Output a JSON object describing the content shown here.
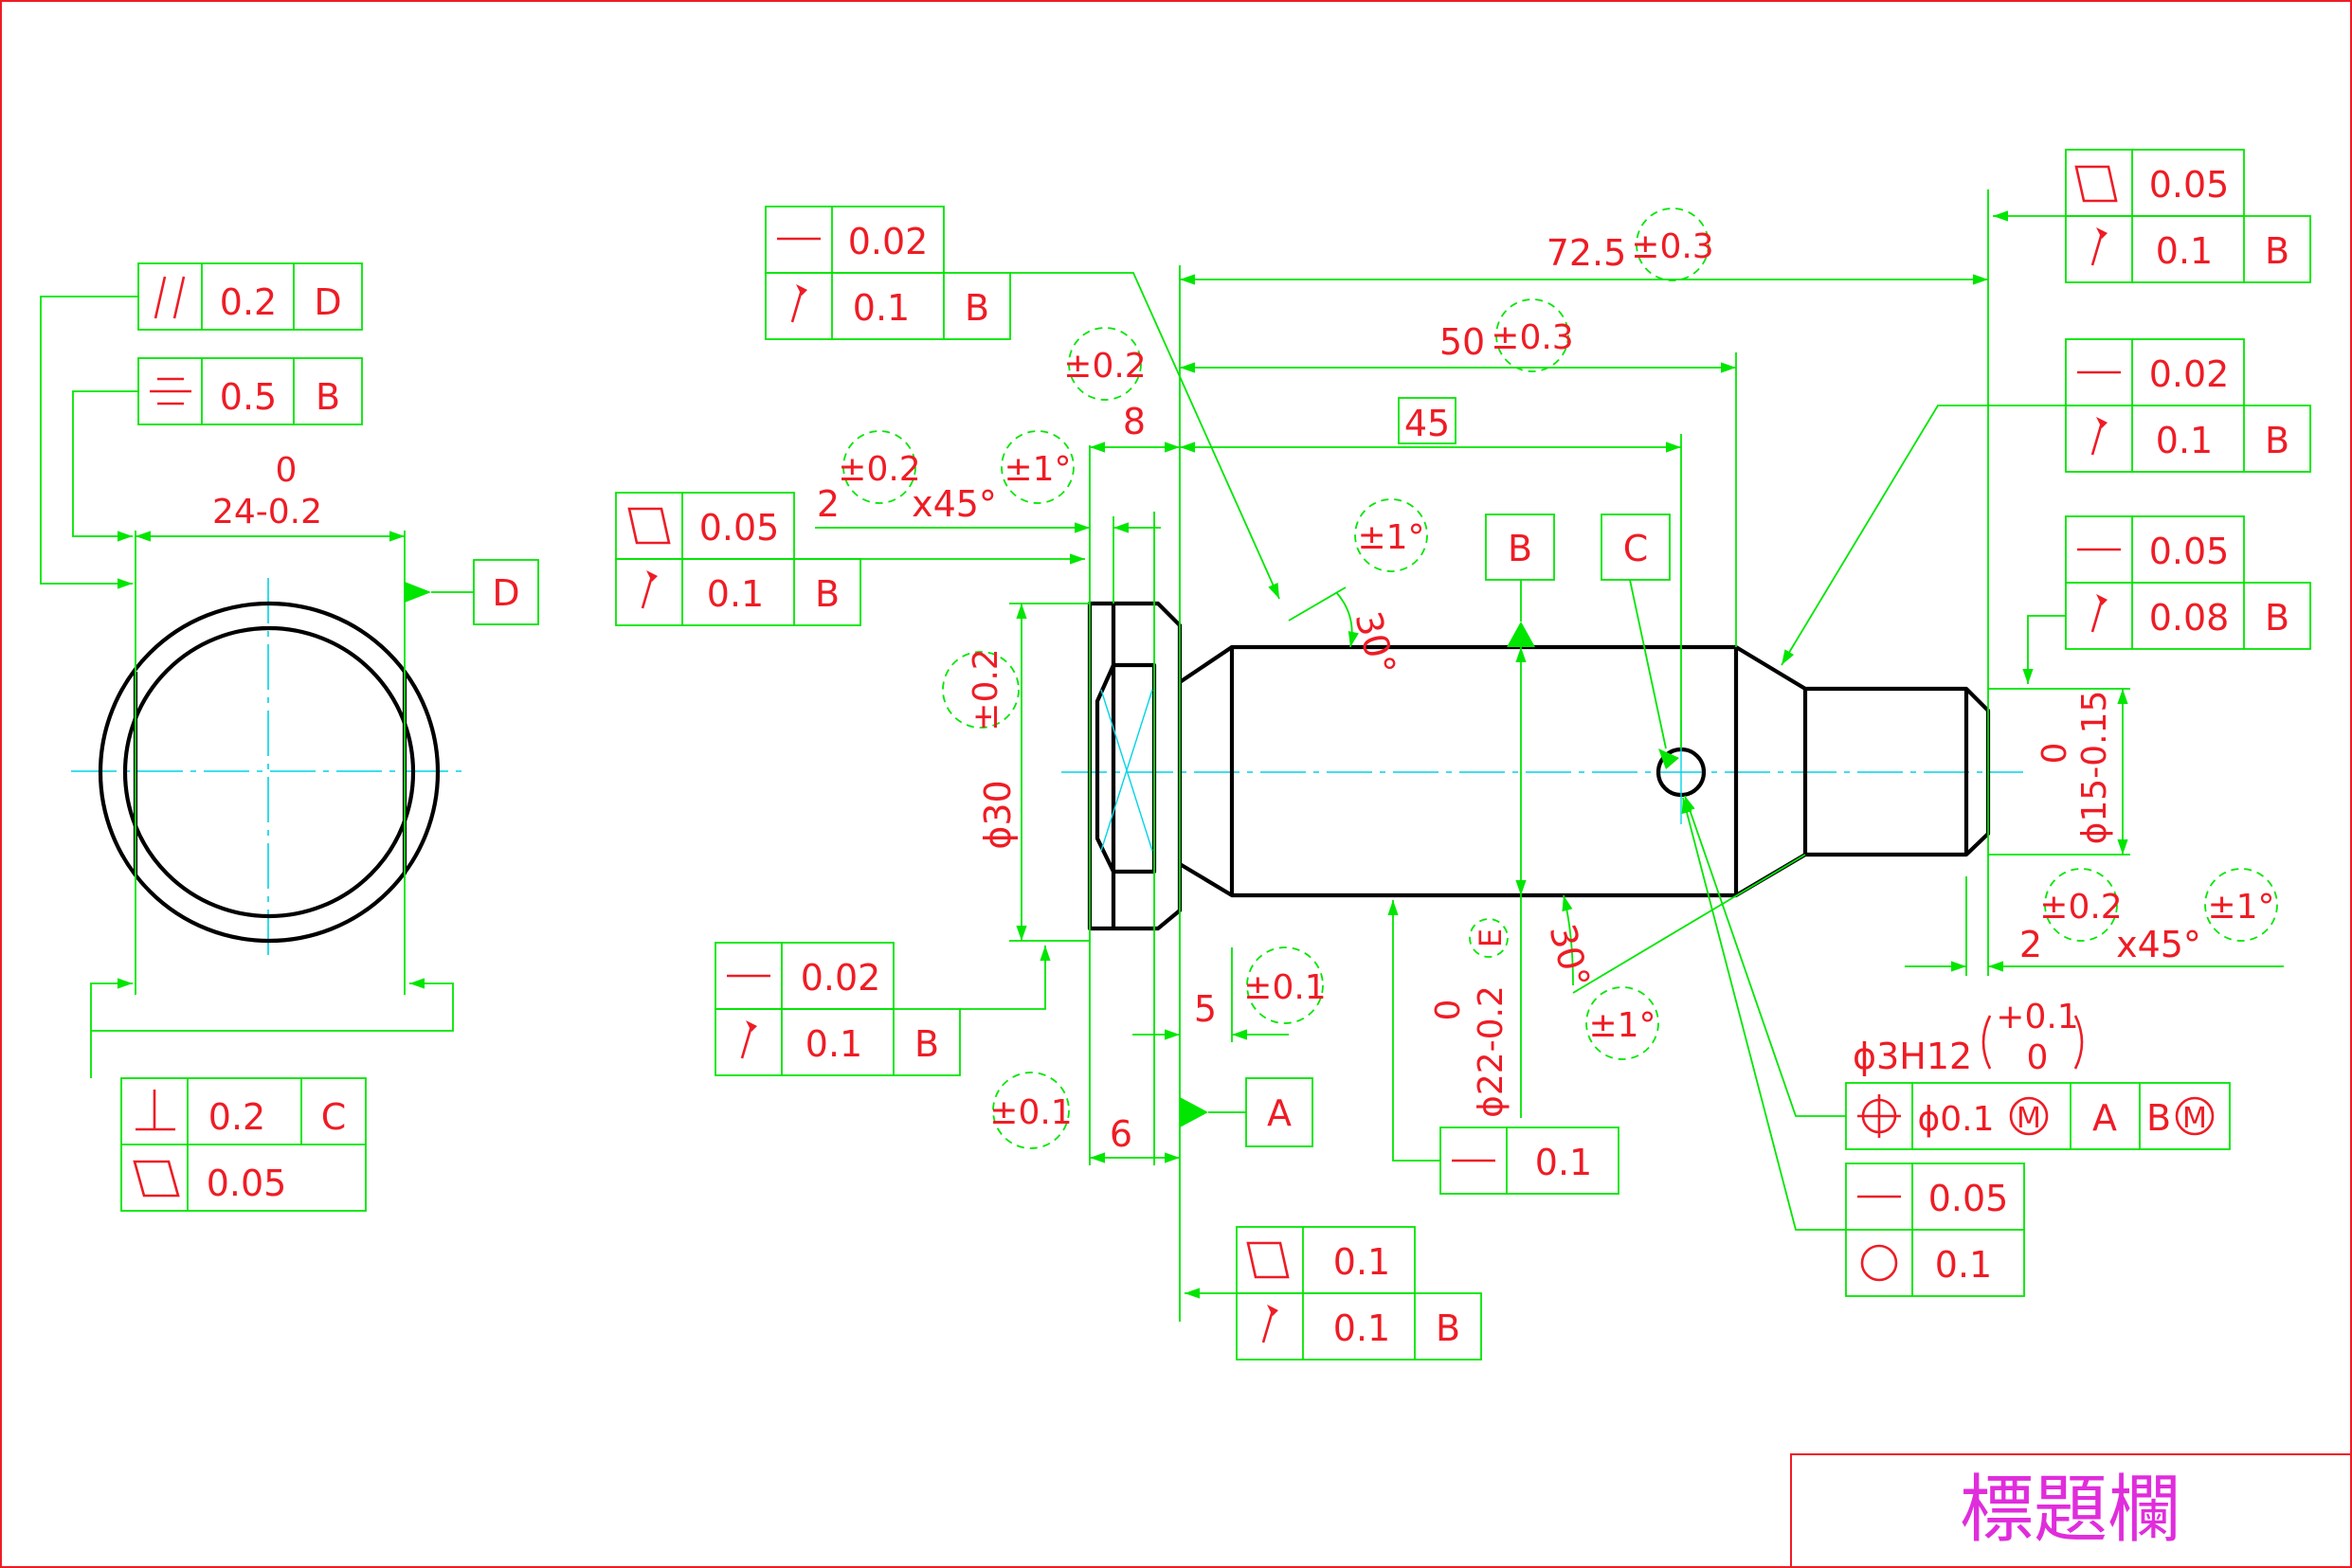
{
  "sheet": {
    "title_block": "標題欄",
    "title_color": "#e02ddc",
    "border_color": "#ee1c25",
    "line_color": "#00e600",
    "text_color": "#ee1c25"
  },
  "left_view": {
    "dimension_upper": "0",
    "dimension_lower": "24-0.2",
    "datum_d": "D",
    "fcf_parallel": {
      "symbol": "parallelism-icon",
      "tolerance": "0.2",
      "datum": "D"
    },
    "fcf_symmetry": {
      "symbol": "symmetry-icon",
      "tolerance": "0.5",
      "datum": "B"
    },
    "fcf_perpendicular": {
      "symbol": "perpendicularity-icon",
      "tolerance": "0.2",
      "datum": "C"
    },
    "fcf_flatness": {
      "symbol": "flatness-icon",
      "tolerance": "0.05"
    }
  },
  "main_view": {
    "dim_overall": {
      "value": "72.5",
      "tol": "±0.3"
    },
    "dim_50": {
      "value": "50",
      "tol": "±0.3"
    },
    "dim_45": {
      "value": "45"
    },
    "dim_8": {
      "value": "8",
      "tol": "±0.2"
    },
    "chamfer_left": {
      "size": "2",
      "angle": "x45°",
      "tol_size": "±0.2",
      "tol_angle": "±1°"
    },
    "angle_30_top": {
      "value": "30°",
      "tol": "±1°"
    },
    "angle_30_bottom": {
      "value": "30°",
      "tol": "±1°"
    },
    "dia_30": {
      "value": "ϕ30",
      "tol": "±0.2"
    },
    "dia_22": {
      "upper": "0",
      "lower": "ϕ22-0.2",
      "env": "E"
    },
    "dia_15": {
      "upper": "0",
      "lower": "ϕ15-0.15"
    },
    "chamfer_right": {
      "size": "2",
      "angle": "x45°",
      "tol_size": "±0.2",
      "tol_angle": "±1°"
    },
    "dim_5": {
      "value": "5",
      "tol": "±0.1"
    },
    "dim_6": {
      "value": "6",
      "tol": "±0.1"
    },
    "datum_a": "A",
    "datum_b": "B",
    "datum_c": "C",
    "hole": {
      "label": "ϕ3H12",
      "upper": "+0.1",
      "lower": "0"
    },
    "fcf_top_left": {
      "r1_tol": "0.02",
      "r2_tol": "0.1",
      "r2_datum": "B"
    },
    "fcf_flange_face": {
      "r1_tol": "0.05",
      "r2_tol": "0.1",
      "r2_datum": "B"
    },
    "fcf_flange_dia": {
      "r1_tol": "0.02",
      "r2_tol": "0.1",
      "r2_datum": "B"
    },
    "fcf_shaft_bottom": {
      "tol": "0.1"
    },
    "fcf_datum_a_face": {
      "r1_tol": "0.1",
      "r2_tol": "0.1",
      "r2_datum": "B"
    },
    "fcf_right_face": {
      "r1_tol": "0.05",
      "r2_tol": "0.1",
      "r2_datum": "B"
    },
    "fcf_right_cone": {
      "r1_tol": "0.02",
      "r2_tol": "0.1",
      "r2_datum": "B"
    },
    "fcf_right_shaft": {
      "r1_tol": "0.05",
      "r2_tol": "0.08",
      "r2_datum": "B"
    },
    "fcf_position": {
      "tol": "ϕ0.1",
      "mod": "M",
      "datum1": "A",
      "datum2": "B",
      "mod2": "M"
    },
    "fcf_hole_form": {
      "r1_tol": "0.05",
      "r2_tol": "0.1"
    }
  }
}
